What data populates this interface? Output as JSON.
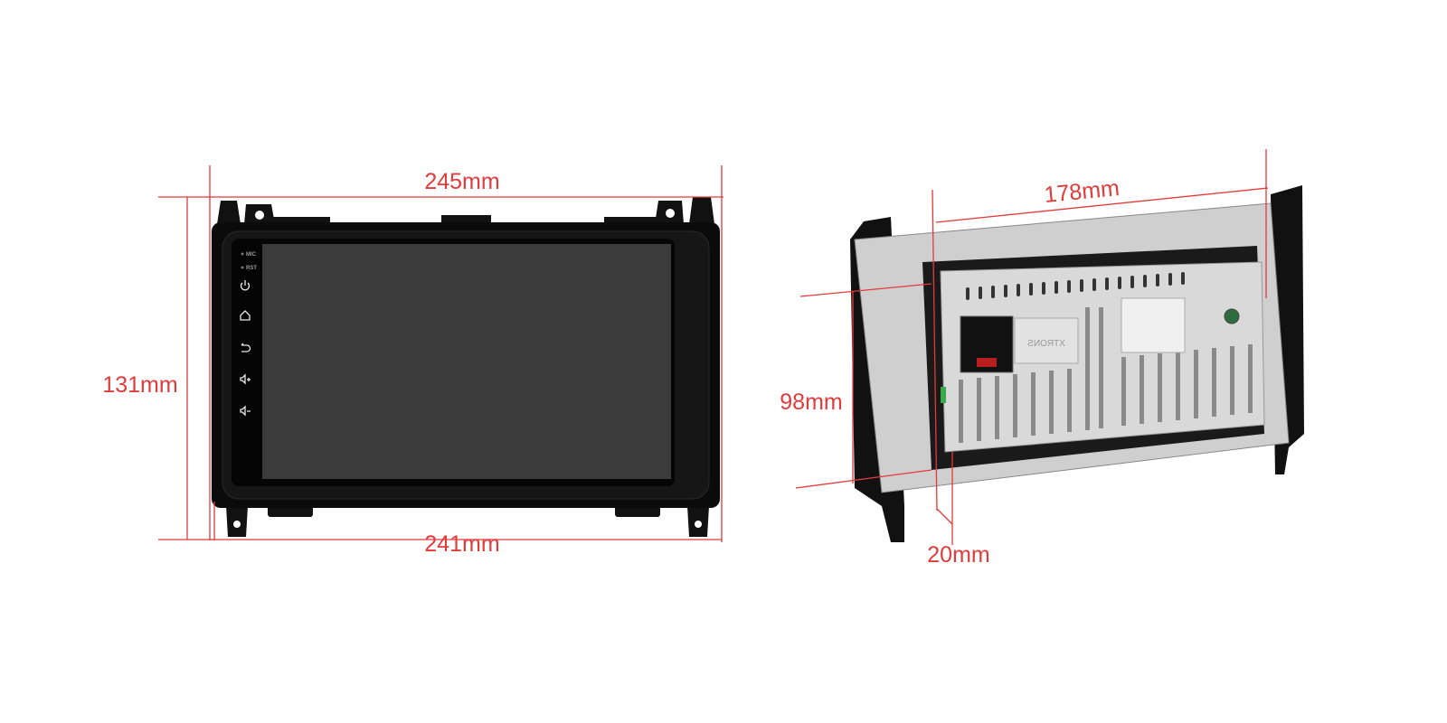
{
  "front_unit": {
    "buttons": [
      {
        "label": "MIC",
        "icon": "mic-hole-icon"
      },
      {
        "label": "RST",
        "icon": "reset-hole-icon"
      },
      {
        "icon": "power-icon"
      },
      {
        "icon": "home-icon"
      },
      {
        "icon": "back-icon"
      },
      {
        "icon": "volume-up-icon"
      },
      {
        "icon": "volume-down-icon"
      }
    ],
    "dimensions": {
      "width_top": "245mm",
      "height": "131mm",
      "width_bottom": "241mm"
    }
  },
  "rear_unit": {
    "brand": "XTRONS",
    "dimensions": {
      "width": "178mm",
      "height": "98mm",
      "depth": "20mm"
    }
  },
  "colors": {
    "dimension": "#e23b3b",
    "bezel": "#0c0c0c",
    "screen": "#3b3b3b",
    "chassis": "#c9c9c9"
  }
}
